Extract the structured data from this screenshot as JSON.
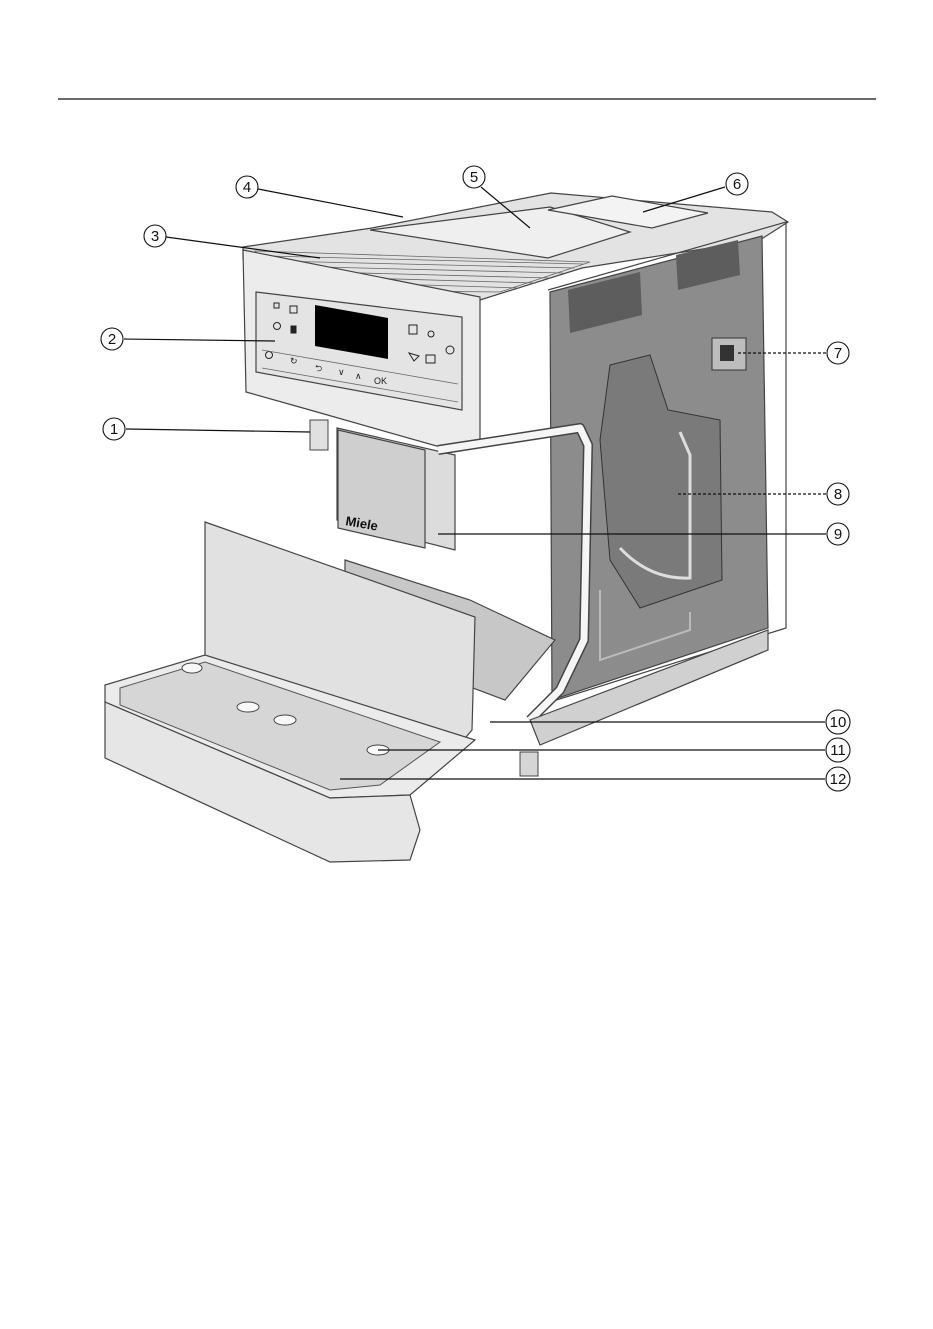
{
  "diagram": {
    "brand": "Miele",
    "panel": {
      "keys": [
        "↻",
        "⮌",
        "∨",
        "∧",
        "OK"
      ]
    },
    "callouts": [
      {
        "n": "1"
      },
      {
        "n": "2"
      },
      {
        "n": "3"
      },
      {
        "n": "4"
      },
      {
        "n": "5"
      },
      {
        "n": "6"
      },
      {
        "n": "7"
      },
      {
        "n": "8"
      },
      {
        "n": "9"
      },
      {
        "n": "10"
      },
      {
        "n": "11"
      },
      {
        "n": "12"
      }
    ]
  }
}
